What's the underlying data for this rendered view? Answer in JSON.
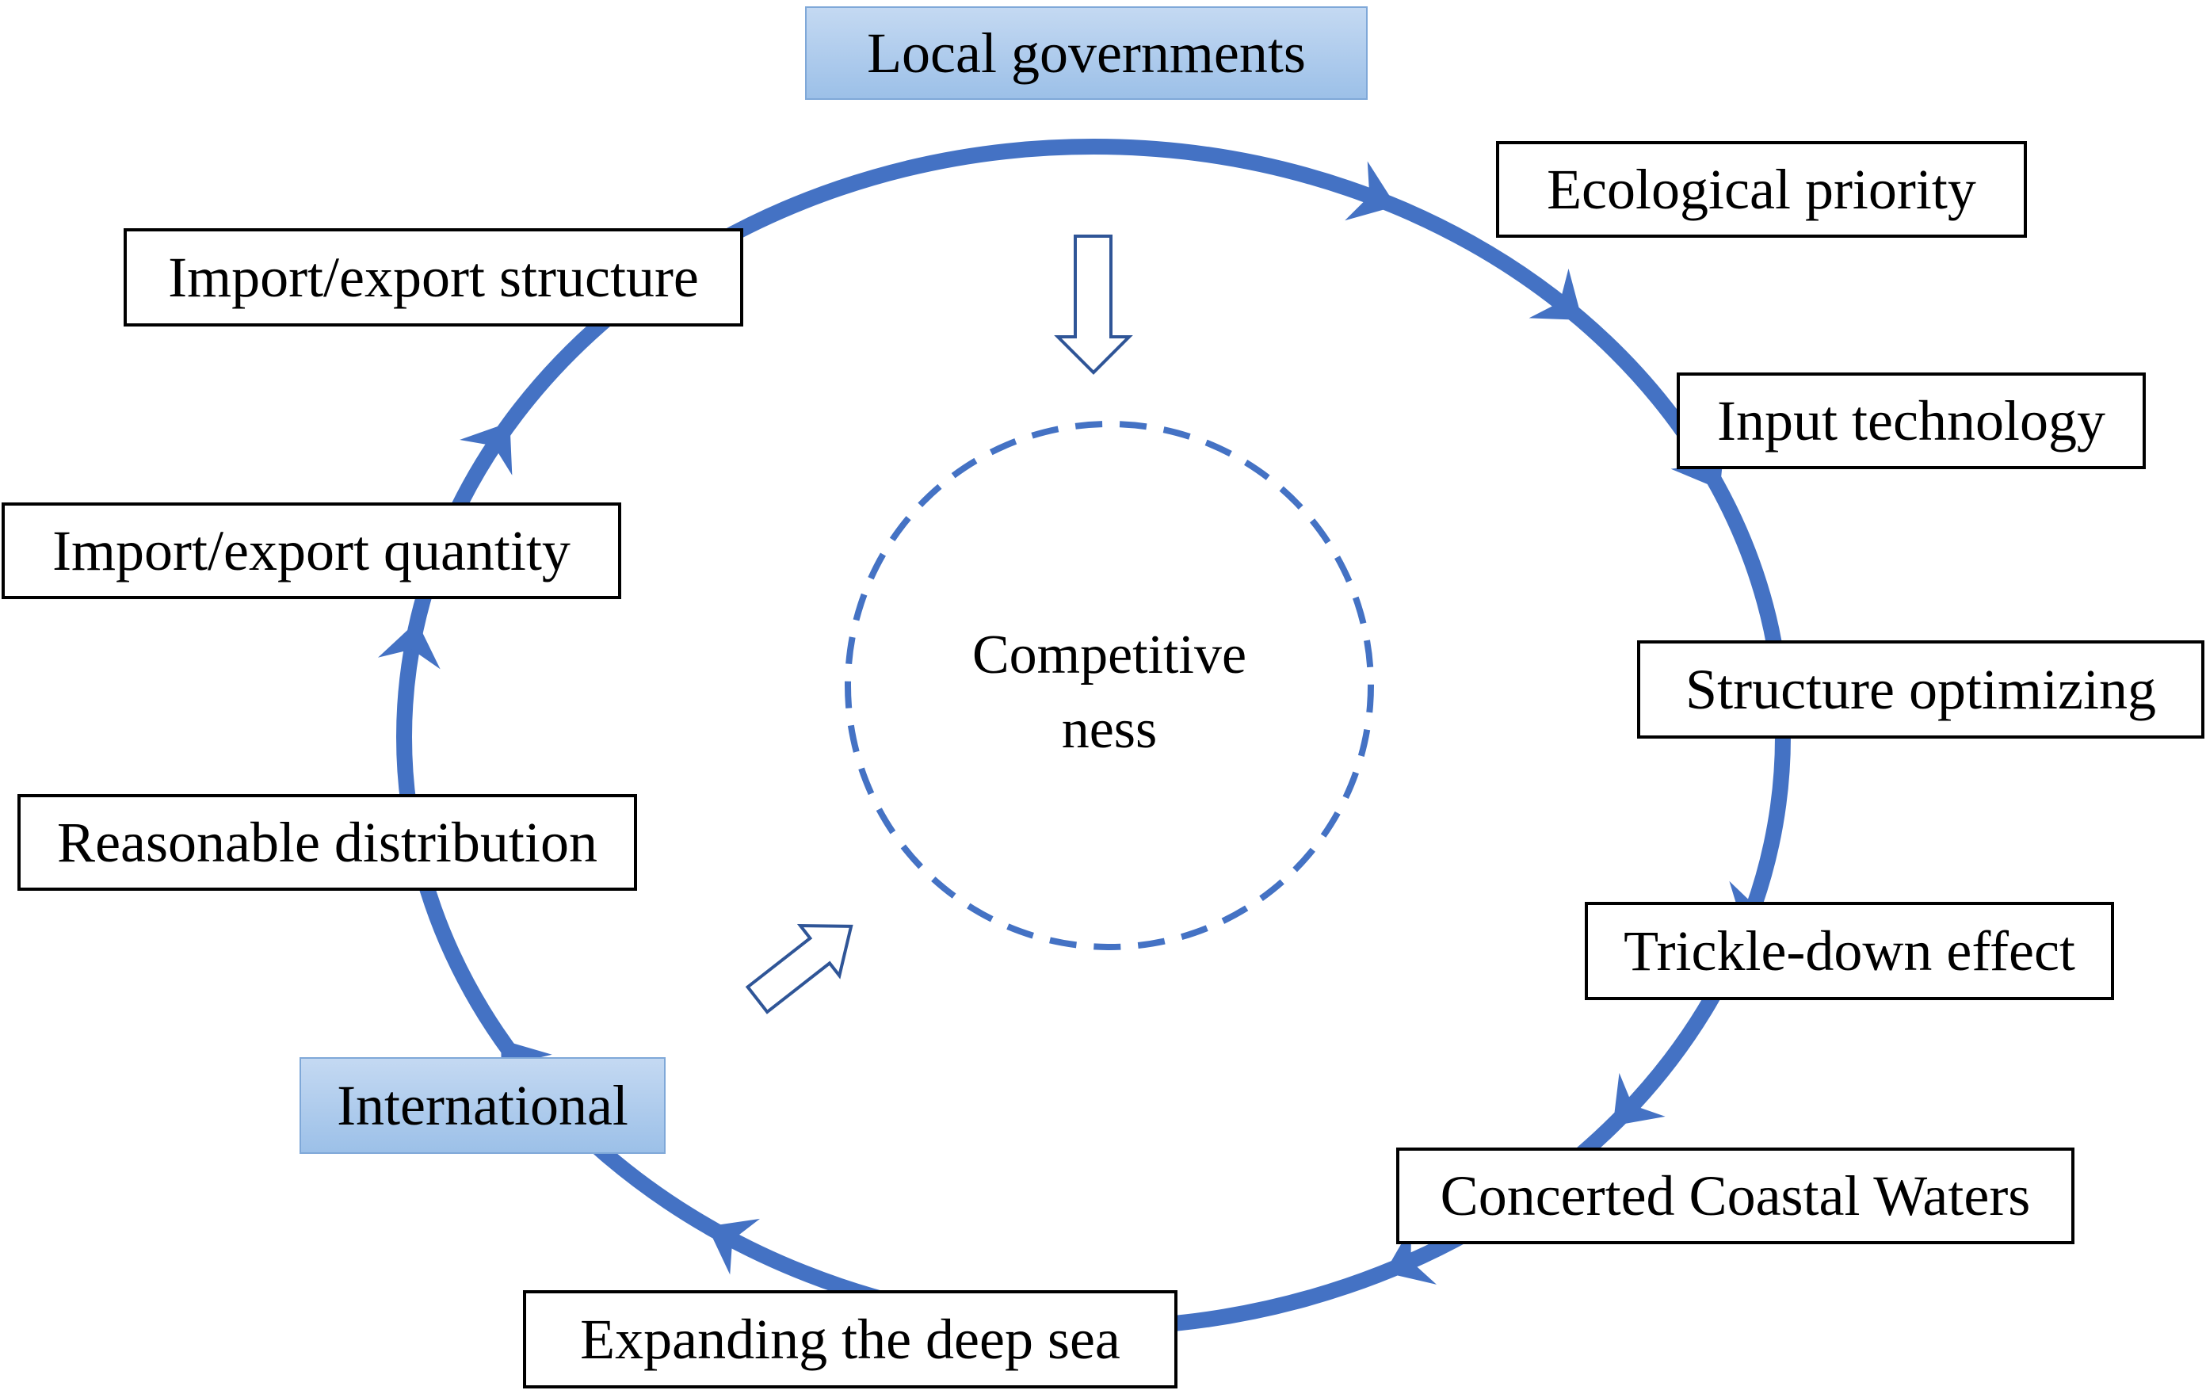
{
  "colors": {
    "ring": "#4472c4",
    "highlight_top": "#c4d9f2",
    "highlight_bottom": "#9cc0e8",
    "box_border": "#000000"
  },
  "center": {
    "line1": "Competitive",
    "line2": "ness"
  },
  "nodes": {
    "local_governments": "Local governments",
    "ecological_priority": "Ecological priority",
    "input_technology": "Input technology",
    "structure_optimizing": "Structure optimizing",
    "trickle_down_effect": "Trickle-down effect",
    "concerted_coastal_waters": "Concerted Coastal Waters",
    "expanding_deep_sea": "Expanding the deep sea",
    "international": "International",
    "reasonable_distribution": "Reasonable distribution",
    "import_export_quantity": "Import/export quantity",
    "import_export_structure": "Import/export structure"
  }
}
